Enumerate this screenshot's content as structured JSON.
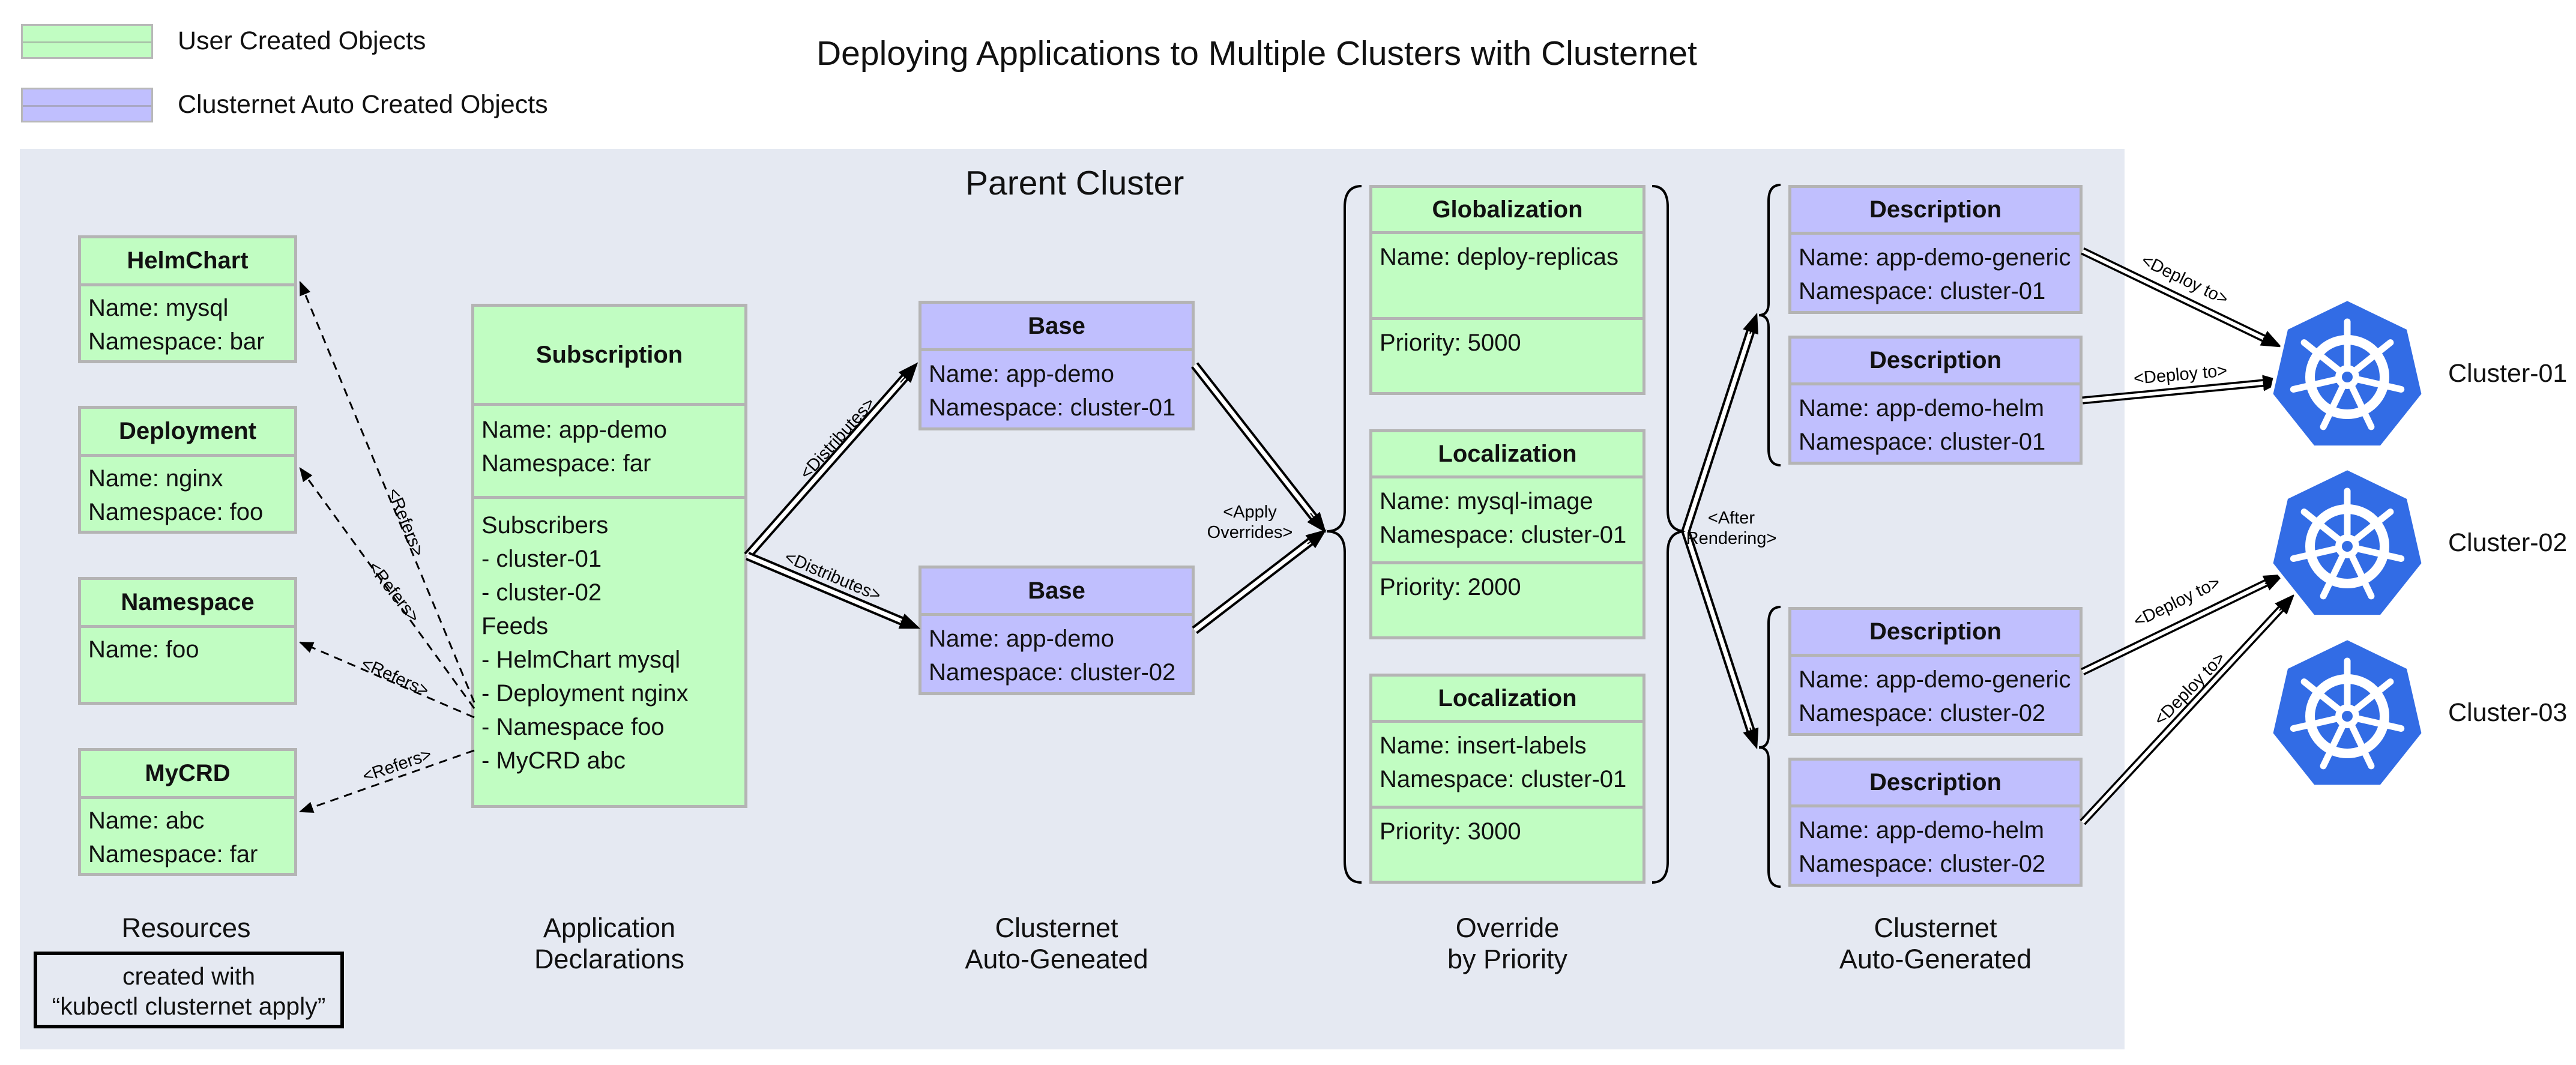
{
  "title": "Deploying Applications to Multiple Clusters with Clusternet",
  "legend": {
    "user_created": "User Created Objects",
    "auto_created": "Clusternet Auto Created Objects"
  },
  "colors": {
    "user_green": "#c1fdc2",
    "auto_blue": "#c0bffe",
    "panel_bg": "#e5e9f2",
    "k8s_blue": "#326ce5"
  },
  "parent_cluster": "Parent Cluster",
  "resources": [
    {
      "kind": "HelmChart",
      "lines": [
        "Name: mysql",
        "Namespace: bar"
      ]
    },
    {
      "kind": "Deployment",
      "lines": [
        "Name: nginx",
        "Namespace: foo"
      ]
    },
    {
      "kind": "Namespace",
      "lines": [
        "Name: foo"
      ]
    },
    {
      "kind": "MyCRD",
      "lines": [
        "Name: abc",
        "Namespace: far"
      ]
    }
  ],
  "subscription": {
    "kind": "Subscription",
    "meta": [
      "Name: app-demo",
      "Namespace: far"
    ],
    "body": [
      "Subscribers",
      "- cluster-01",
      "- cluster-02",
      "Feeds",
      "- HelmChart mysql",
      "- Deployment nginx",
      "- Namespace foo",
      "- MyCRD abc"
    ]
  },
  "bases": [
    {
      "kind": "Base",
      "lines": [
        "Name: app-demo",
        "Namespace: cluster-01"
      ]
    },
    {
      "kind": "Base",
      "lines": [
        "Name: app-demo",
        "Namespace: cluster-02"
      ]
    }
  ],
  "overrides": [
    {
      "kind": "Globalization",
      "lines": [
        "Name: deploy-replicas"
      ],
      "priority": "Priority: 5000"
    },
    {
      "kind": "Localization",
      "lines": [
        "Name: mysql-image",
        "Namespace: cluster-01"
      ],
      "priority": "Priority: 2000"
    },
    {
      "kind": "Localization",
      "lines": [
        "Name: insert-labels",
        "Namespace: cluster-01"
      ],
      "priority": "Priority: 3000"
    }
  ],
  "descriptions": [
    {
      "kind": "Description",
      "lines": [
        "Name: app-demo-generic",
        "Namespace: cluster-01"
      ]
    },
    {
      "kind": "Description",
      "lines": [
        "Name: app-demo-helm",
        "Namespace: cluster-01"
      ]
    },
    {
      "kind": "Description",
      "lines": [
        "Name: app-demo-generic",
        "Namespace: cluster-02"
      ]
    },
    {
      "kind": "Description",
      "lines": [
        "Name: app-demo-helm",
        "Namespace: cluster-02"
      ]
    }
  ],
  "clusters": [
    "Cluster-01",
    "Cluster-02",
    "Cluster-03"
  ],
  "edge_labels": {
    "refers": "<Refers>",
    "distributes": "<Distributes>",
    "apply_overrides": [
      "<Apply",
      "Overrides>"
    ],
    "after_rendering": [
      "<After",
      "Rendering>"
    ],
    "deploy_to": "<Deploy to>"
  },
  "captions": {
    "resources": "Resources",
    "app_decl": [
      "Application",
      "Declarations"
    ],
    "auto_geneated": [
      "Clusternet",
      "Auto-Geneated"
    ],
    "override": [
      "Override",
      "by Priority"
    ],
    "auto_generated": [
      "Clusternet",
      "Auto-Generated"
    ]
  },
  "kubectl_note": [
    "created with",
    "“kubectl clusternet apply”"
  ]
}
